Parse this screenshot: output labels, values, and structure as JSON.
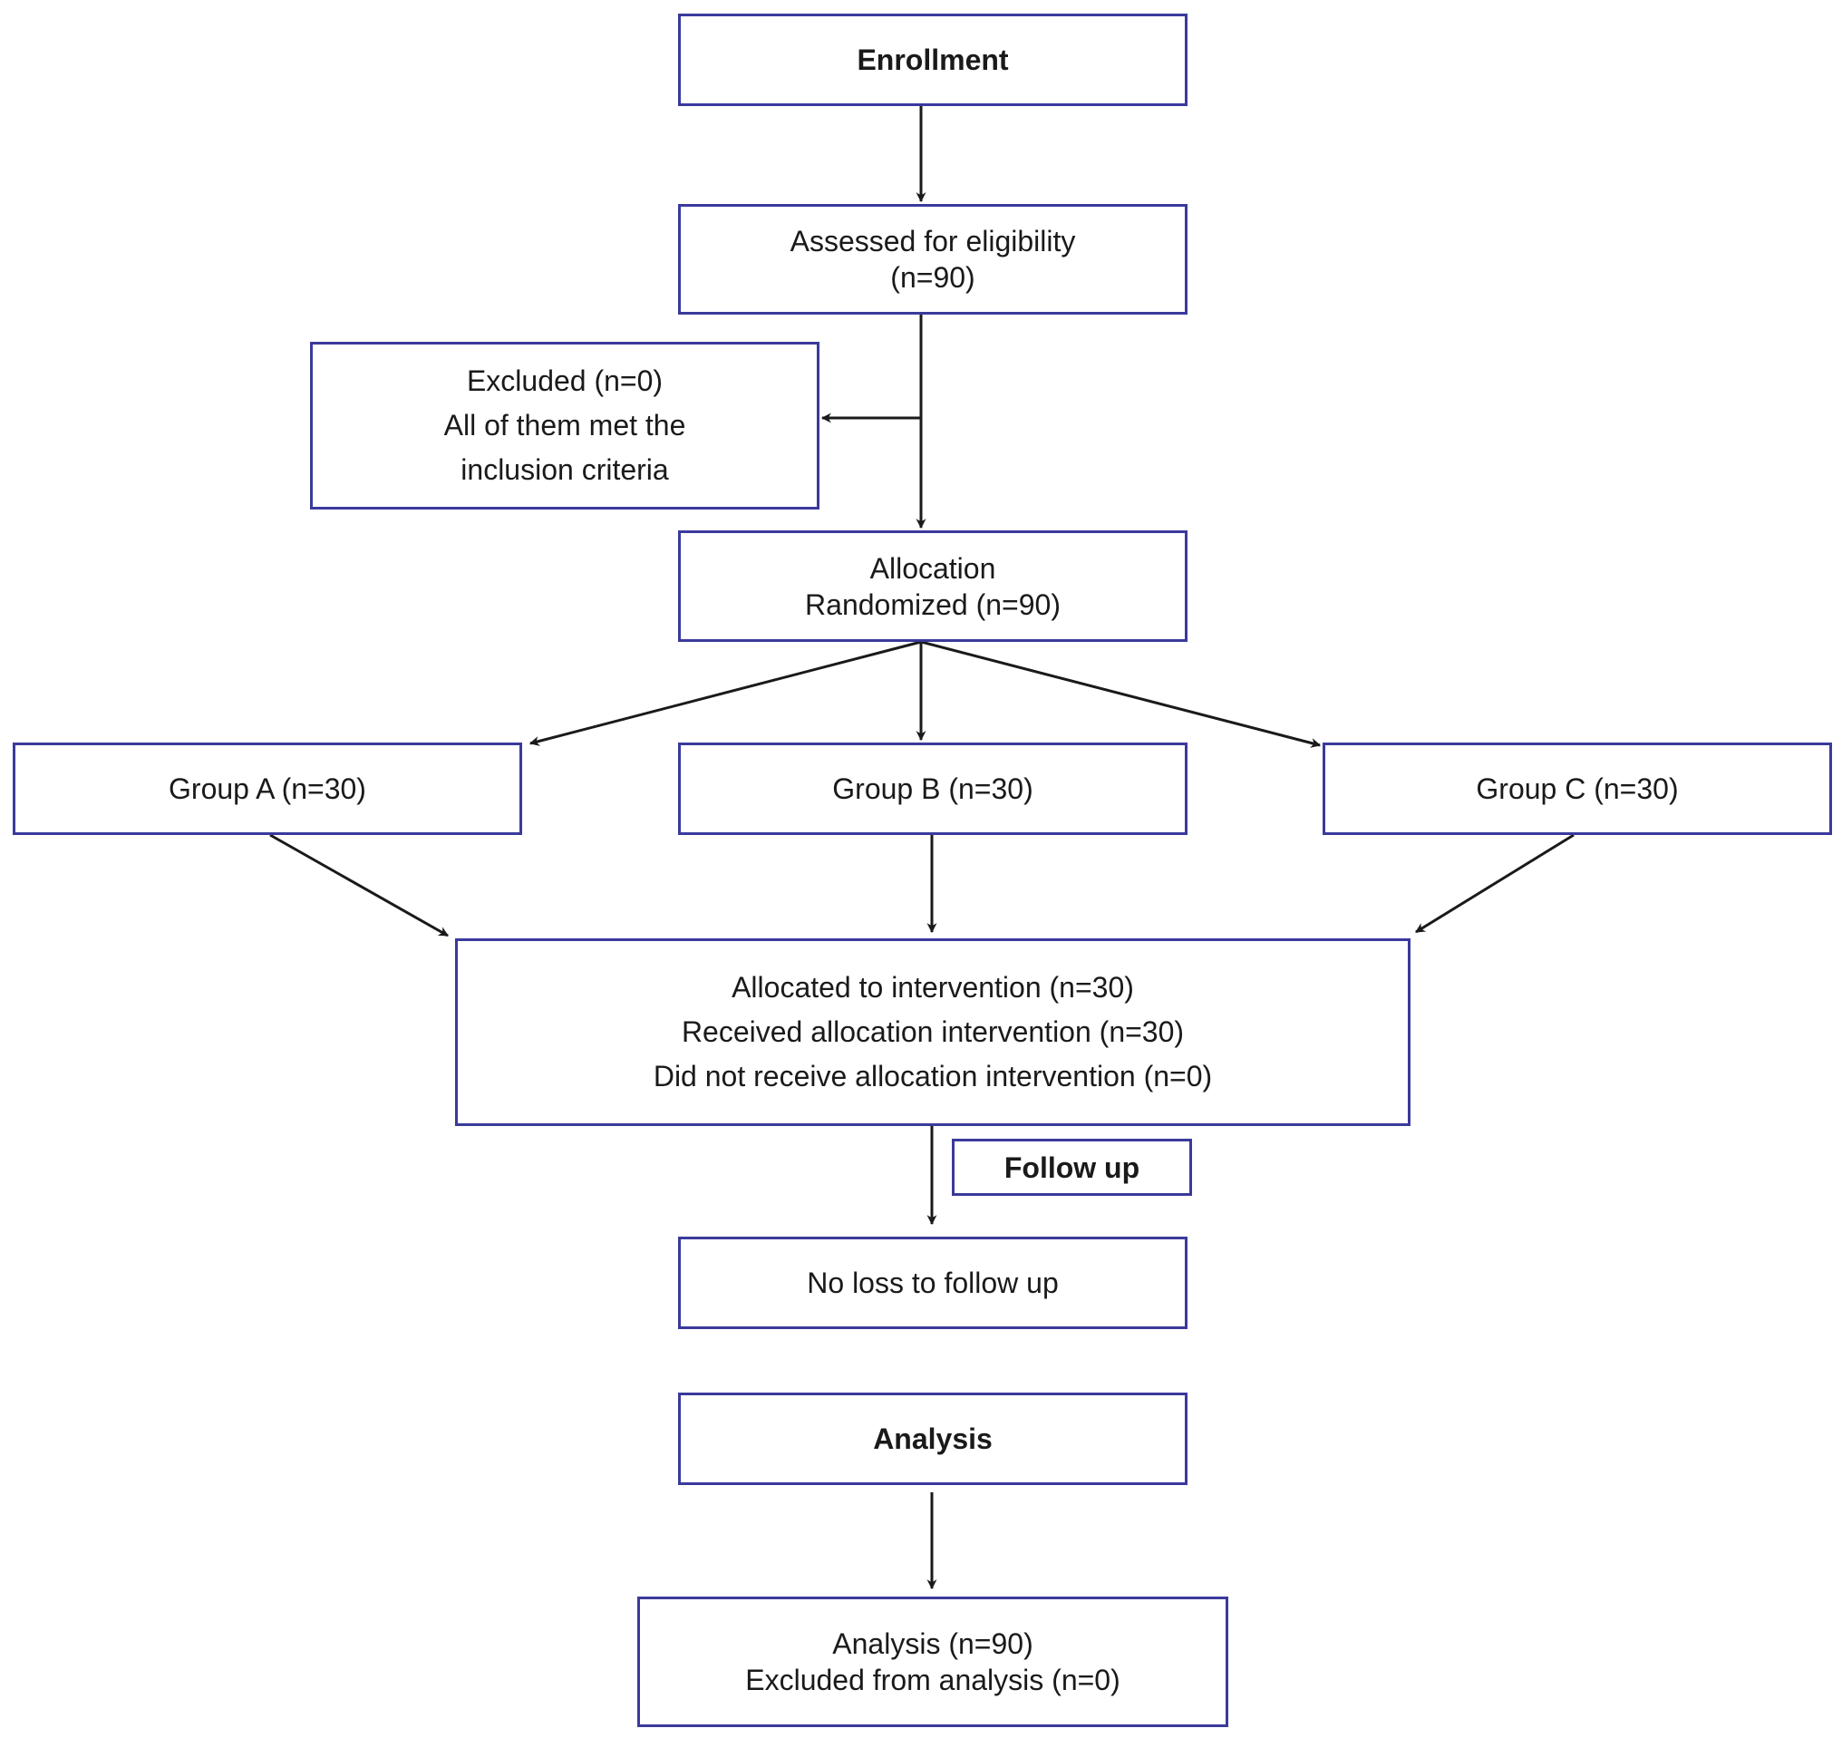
{
  "flowchart": {
    "enrollment": {
      "title": "Enrollment"
    },
    "assessed": {
      "lines": [
        "Assessed for eligibility",
        "(n=90)"
      ]
    },
    "excluded": {
      "lines": [
        "Excluded (n=0)",
        "All of them met the",
        "inclusion criteria"
      ]
    },
    "allocation": {
      "lines": [
        "Allocation",
        "Randomized (n=90)"
      ]
    },
    "groups": [
      {
        "label": "Group A (n=30)"
      },
      {
        "label": "Group B (n=30)"
      },
      {
        "label": "Group C (n=30)"
      }
    ],
    "intervention": {
      "lines": [
        "Allocated to intervention (n=30)",
        "Received allocation intervention (n=30)",
        "Did not receive allocation intervention (n=0)"
      ]
    },
    "follow_up": {
      "title": "Follow up"
    },
    "no_loss": {
      "label": "No loss to follow up"
    },
    "analysis_header": {
      "title": "Analysis"
    },
    "analysis": {
      "lines": [
        "Analysis (n=90)",
        "Excluded from analysis (n=0)"
      ]
    }
  },
  "colors": {
    "box_border": "#3a3a9c",
    "arrow": "#1a1a1a",
    "text": "#1a1a1a"
  }
}
